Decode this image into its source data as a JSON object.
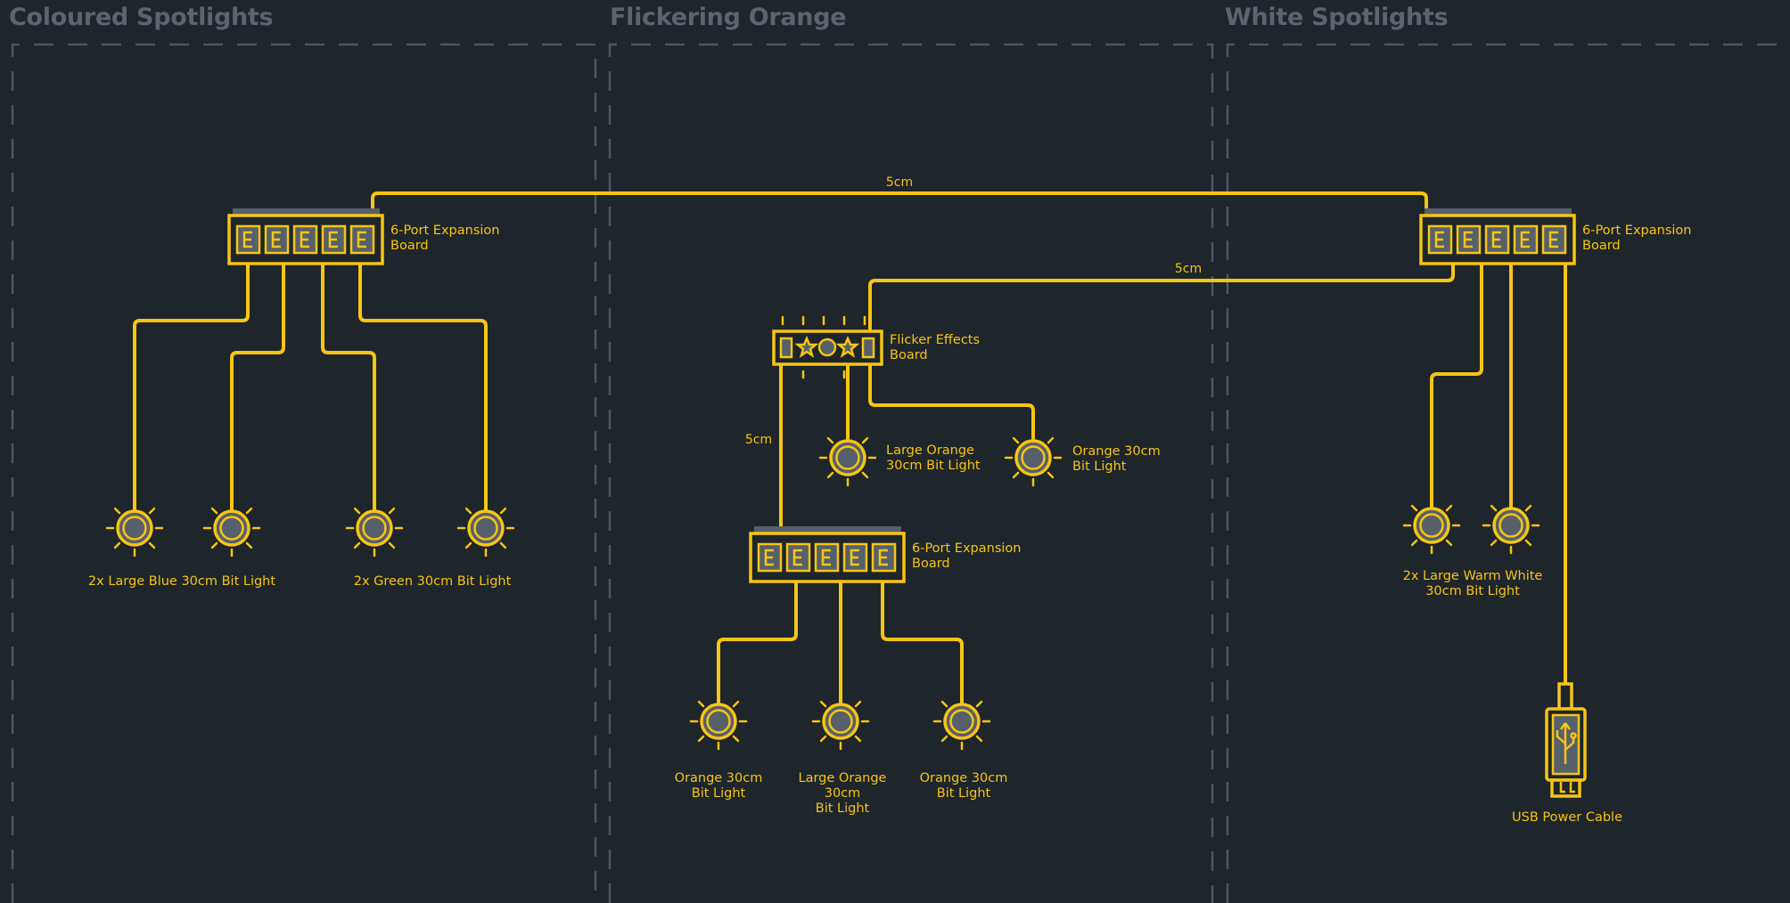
{
  "sections": [
    {
      "title": "Coloured Spotlights"
    },
    {
      "title": "Flickering Orange"
    },
    {
      "title": "White Spotlights"
    }
  ],
  "boards": {
    "expansion_left": {
      "label_line1": "6-Port Expansion",
      "label_line2": "Board"
    },
    "expansion_right": {
      "label_line1": "6-Port Expansion",
      "label_line2": "Board"
    },
    "expansion_mid": {
      "label_line1": "6-Port Expansion",
      "label_line2": "Board"
    },
    "flicker": {
      "label_line1": "Flicker Effects",
      "label_line2": "Board"
    }
  },
  "lights": {
    "blue": {
      "label": "2x Large Blue 30cm Bit Light"
    },
    "green": {
      "label": "2x Green 30cm Bit Light"
    },
    "large_orange_top": {
      "label_line1": "Large Orange",
      "label_line2": "30cm Bit Light"
    },
    "orange_top": {
      "label_line1": "Orange 30cm",
      "label_line2": "Bit Light"
    },
    "orange_bottom_left": {
      "label_line1": "Orange 30cm",
      "label_line2": "Bit Light"
    },
    "large_orange_bottom": {
      "label_line1": "Large Orange",
      "label_line2": "30cm",
      "label_line3": "Bit Light"
    },
    "orange_bottom_right": {
      "label_line1": "Orange 30cm",
      "label_line2": "Bit Light"
    },
    "warm_white": {
      "label_line1": "2x Large Warm White",
      "label_line2": "30cm Bit Light"
    }
  },
  "usb": {
    "label": "USB Power Cable"
  },
  "dimensions": {
    "top_cable": "5cm",
    "second_cable": "5cm",
    "vertical_cable": "5cm"
  },
  "colors": {
    "background": "#1e252b",
    "wire": "#f7c514",
    "fill": "#56606b",
    "section_title": "#5b6570",
    "divider": "#4c5763"
  },
  "icons": {
    "bulb": "bit-light-icon",
    "expansion": "expansion-board-icon",
    "flicker": "flicker-board-icon",
    "usb": "usb-cable-icon"
  }
}
